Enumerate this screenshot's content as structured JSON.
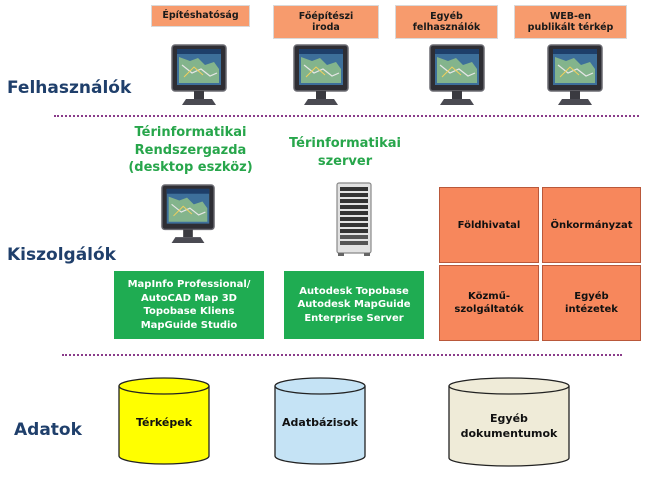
{
  "users": {
    "title": "Felhasználók",
    "items": [
      {
        "label": "Építéshatóság"
      },
      {
        "label": "Főépítészi\niroda"
      },
      {
        "label": "Egyéb\nfelhasználók"
      },
      {
        "label": "WEB-en\npublikált térkép"
      }
    ]
  },
  "servers": {
    "title": "Kiszolgálók",
    "admin_label": "Térinformatikai\nRendszergazda\n(desktop eszköz)",
    "server_label": "Térinformatikai\nszerver",
    "admin_tools": "MapInfo Professional/\nAutoCAD Map 3D\nTopobase Kliens\nMapGuide Studio",
    "server_tools": "Autodesk Topobase\nAutodesk MapGuide\nEnterprise Server",
    "institutions": [
      "Földhivatal",
      "Önkormányzat",
      "Közmű-\nszolgáltatók",
      "Egyéb\nintézetek"
    ]
  },
  "data": {
    "title": "Adatok",
    "stores": [
      {
        "label": "Térképek",
        "color": "#ffff00"
      },
      {
        "label": "Adatbázisok",
        "color": "#c5e3f5"
      },
      {
        "label": "Egyéb\ndokumentumok",
        "color": "#efebd8"
      }
    ]
  },
  "colors": {
    "orange": "#f79b6d",
    "green": "#1fac52",
    "divider": "#8a3b8a",
    "title": "#1f3f6b"
  }
}
